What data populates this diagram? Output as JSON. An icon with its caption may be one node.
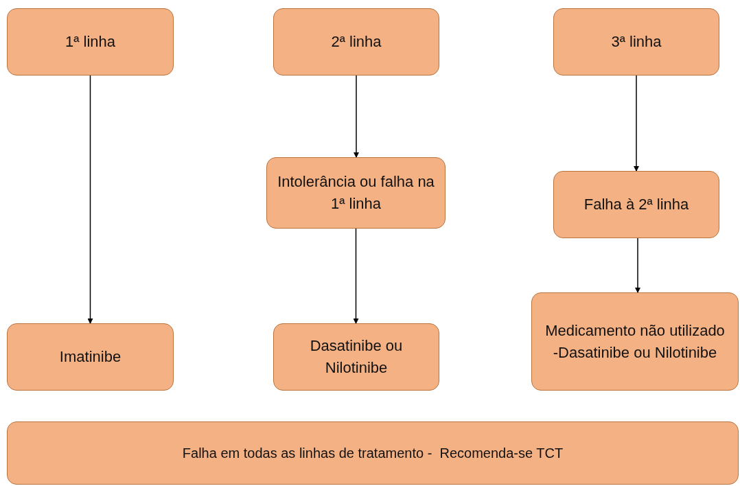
{
  "diagram": {
    "nodes": [
      {
        "text": [
          "1ª linha"
        ]
      },
      {
        "text": [
          "2ª linha"
        ]
      },
      {
        "text": [
          "3ª linha"
        ]
      },
      {
        "text": [
          "Intolerância ou falha na 1ª linha"
        ]
      },
      {
        "text": [
          "Falha à 2ª linha"
        ]
      },
      {
        "text": [
          "Imatinibe"
        ]
      },
      {
        "text": [
          "Dasatinibe ou Nilotinibe"
        ]
      },
      {
        "text": [
          "Medicamento não utilizado -Dasatinibe ou Nilotinibe"
        ]
      },
      {
        "text": [
          "Falha em todas as linhas de tratamento -  Recomenda-se TCT"
        ]
      }
    ],
    "edges": [
      {
        "from": 0,
        "to": 5,
        "arrow": "to"
      },
      {
        "from": 1,
        "to": 3,
        "arrow": "to"
      },
      {
        "from": 3,
        "to": 6,
        "arrow": "to"
      },
      {
        "from": 2,
        "to": 4,
        "arrow": "to"
      },
      {
        "from": 4,
        "to": 7,
        "arrow": "to"
      }
    ]
  }
}
